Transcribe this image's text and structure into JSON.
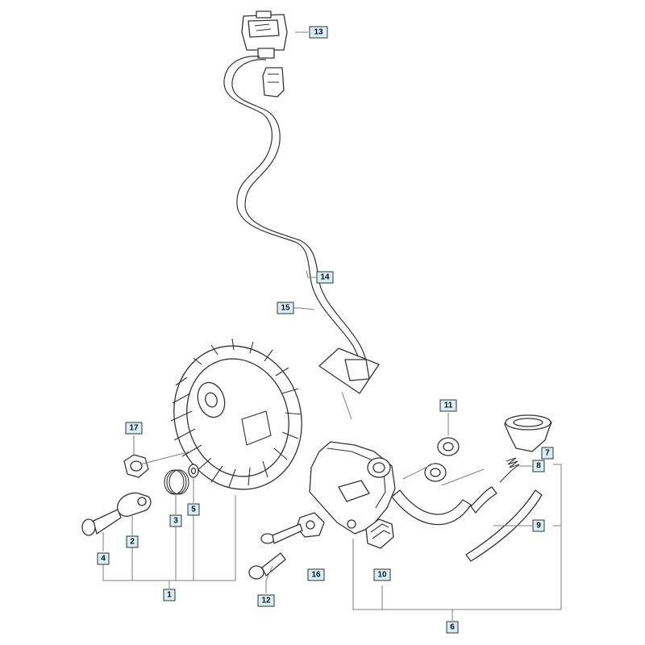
{
  "colors": {
    "label_fill": "#d6eef6",
    "line": "#333333",
    "leader": "#7d7d7d",
    "background": "#ffffff"
  },
  "callouts": {
    "c1": "1",
    "c2": "2",
    "c3": "3",
    "c4": "4",
    "c5": "5",
    "c6": "6",
    "c7": "7",
    "c8": "8",
    "c9": "9",
    "c10": "10",
    "c11": "11",
    "c12": "12",
    "c13": "13",
    "c14": "14",
    "c15": "15",
    "c16": "16",
    "c17": "17"
  }
}
